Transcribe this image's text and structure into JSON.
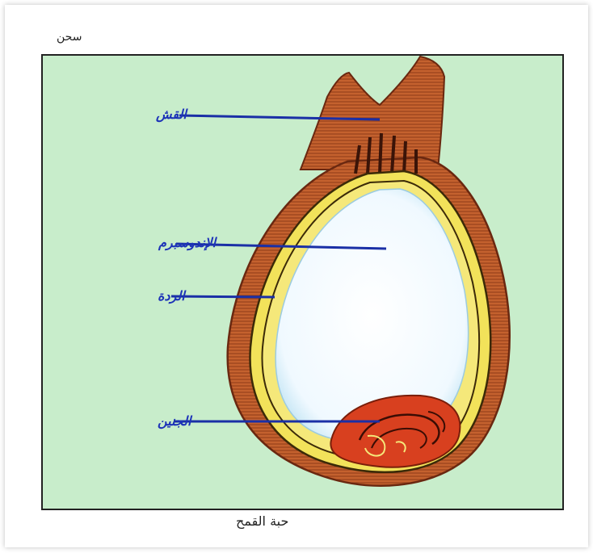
{
  "figure": {
    "top_caption": "سحن",
    "bottom_caption": "حبة القمح",
    "labels": {
      "husk": "القش",
      "endosperm": "الإندوسبرم",
      "bran": "الردة",
      "embryo": "الجنين"
    }
  },
  "colors": {
    "background": "#c8edcb",
    "label_text": "#1d33b8",
    "leader_line": "#1a2fa6",
    "husk": "#c0582a",
    "yellow_layer": "#f2e25a",
    "endosperm": "#f4fbff",
    "embryo": "#d8401f"
  }
}
